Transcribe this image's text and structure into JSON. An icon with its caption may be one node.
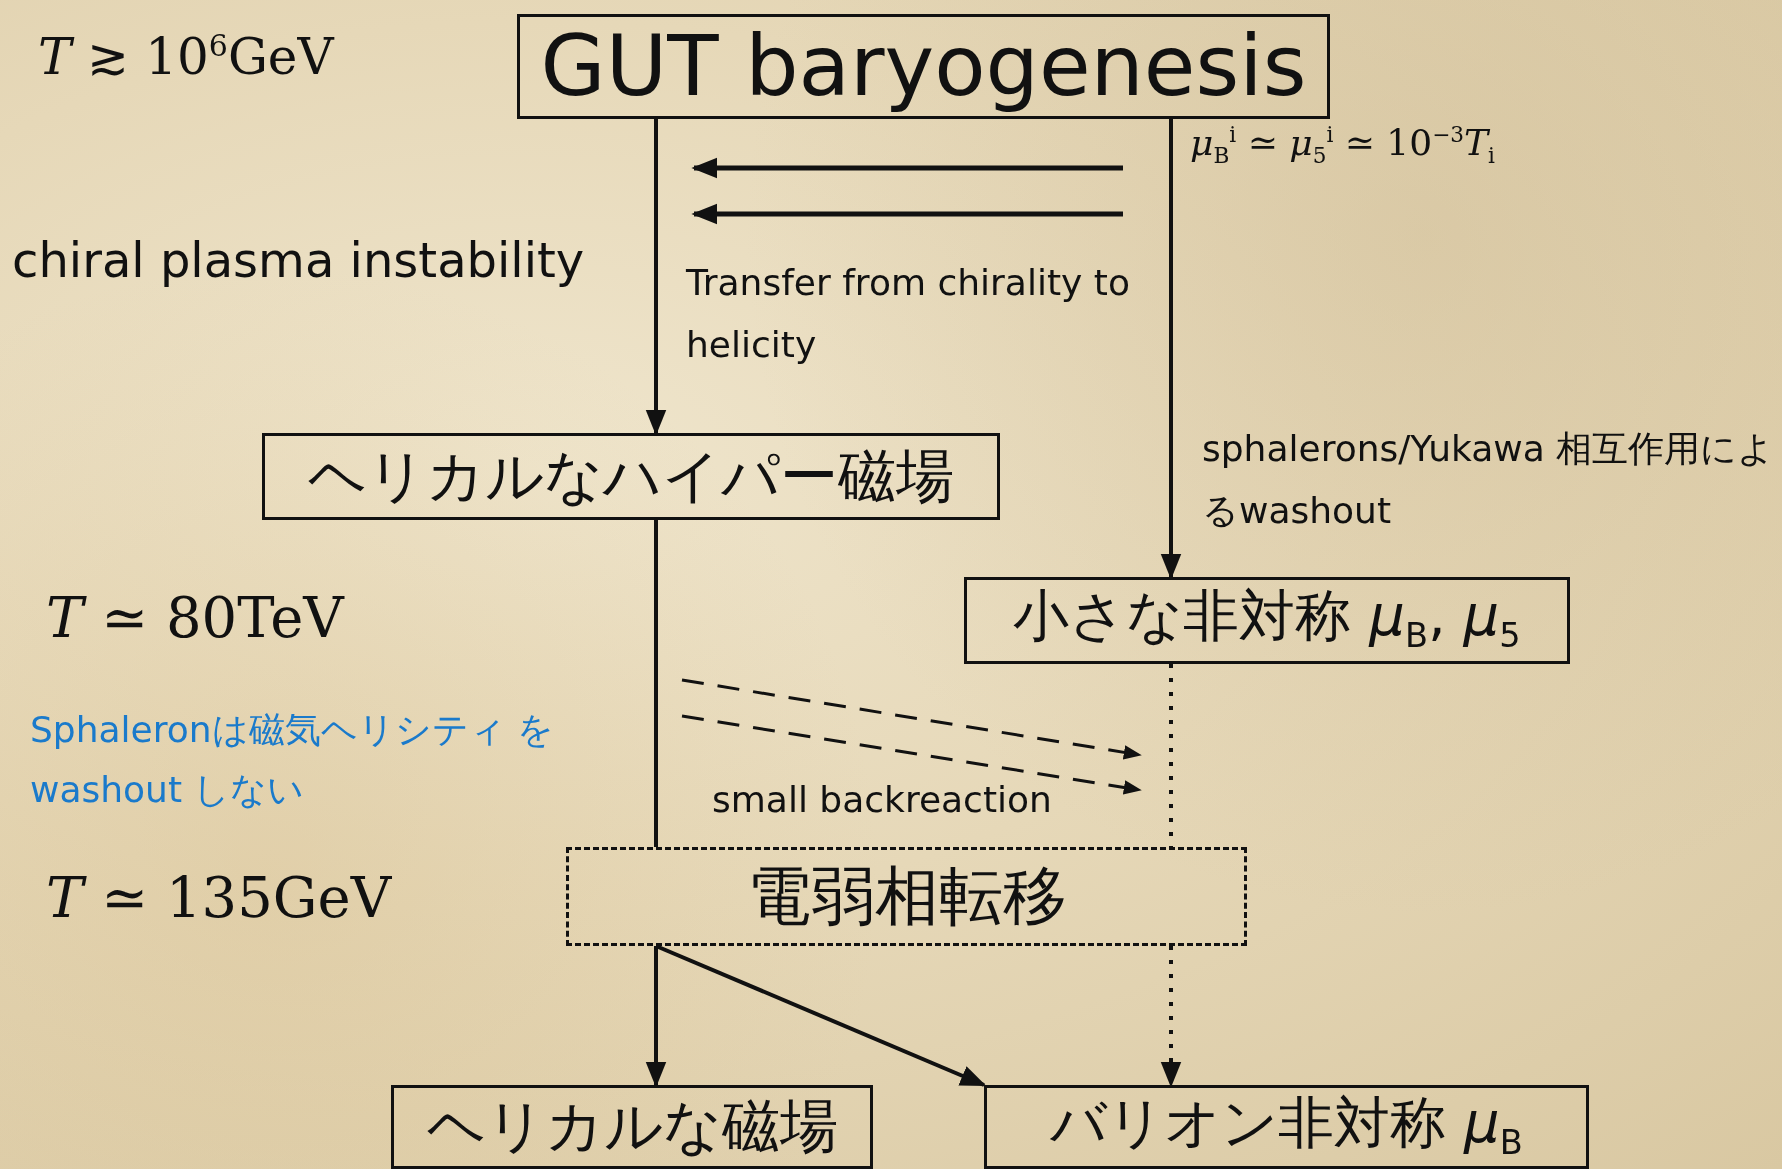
{
  "diagram": {
    "nodes": [
      {
        "text": [
          "GUT baryogenesis"
        ]
      },
      {
        "text": [
          "ヘリカルなハイパー磁場"
        ]
      },
      {
        "text": [
          "小さな非対称 *μ*$_{B}$, *μ*$_{5}$"
        ]
      },
      {
        "text": [
          "電弱相転移"
        ]
      },
      {
        "text": [
          "ヘリカルな磁場"
        ]
      },
      {
        "text": [
          "バリオン非対称 *μ*$_{B}$"
        ]
      }
    ],
    "edges": [
      {
        "from": 0,
        "to": 1,
        "arrow": "to"
      },
      {
        "from": 0,
        "to": 2,
        "arrow": "to"
      },
      {
        "from": 1,
        "to": 3,
        "arrow": "none"
      },
      {
        "from": 2,
        "to": 3,
        "arrow": "none",
        "style": "dashed"
      },
      {
        "from": 3,
        "to": 4,
        "arrow": "to"
      },
      {
        "from": 3,
        "to": 5,
        "arrow": "to"
      },
      {
        "from": 3,
        "to": 5,
        "arrow": "to",
        "style": "dashed"
      }
    ],
    "labels": [
      "*T* ≳ 10$^{6}$GeV",
      "*μ*$_{B}$$^{i}$ ≃ *μ*$_{5}$$^{i}$ ≃ 10$^{−3}$*T*$_{i}$",
      "chiral plasma instability",
      "Transfer from chirality to helicity",
      "sphalerons/Yukawa 相互作用によるwashout",
      "*T* ≃ 80TeV",
      "Sphaleronは磁気ヘリシティ を washout しない",
      "small backreaction",
      "*T* ≃ 135GeV"
    ]
  }
}
